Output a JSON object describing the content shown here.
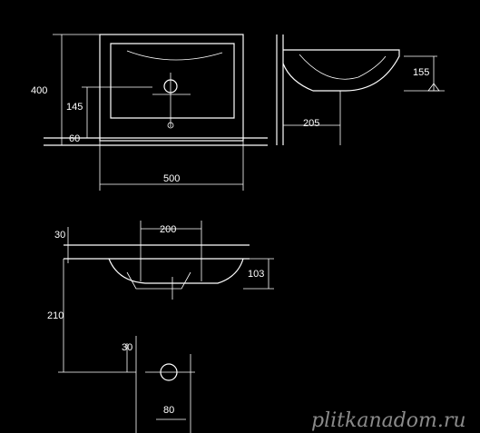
{
  "dimensions": {
    "depth_400": "400",
    "height_145": "145",
    "offset_60": "60",
    "width_500": "500",
    "height_155": "155",
    "depth_205": "205",
    "width_200": "200",
    "top_30": "30",
    "height_103": "103",
    "height_210": "210",
    "side_30": "30",
    "width_80": "80"
  },
  "watermark": "plitkanadom.ru",
  "colors": {
    "background": "#000000",
    "line": "#ffffff",
    "watermark": "#8a8a8a"
  }
}
